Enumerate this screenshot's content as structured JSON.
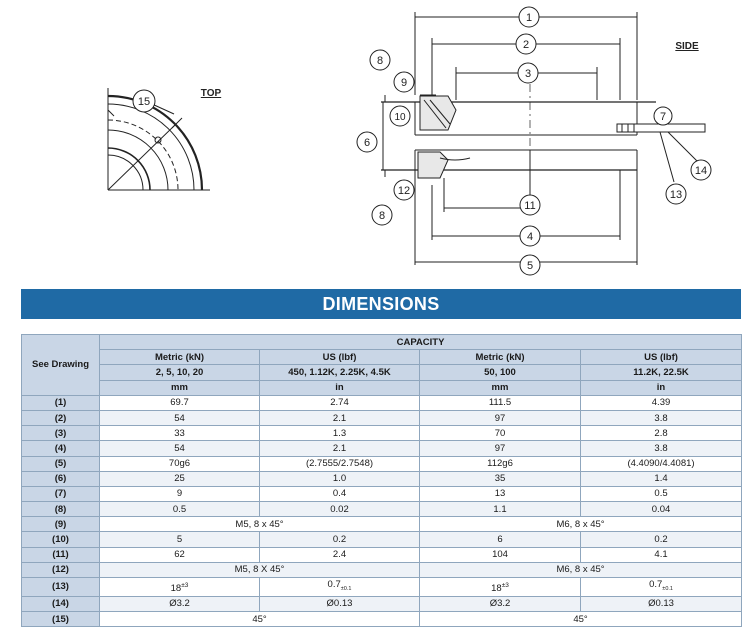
{
  "drawing": {
    "top_label": "TOP",
    "side_label": "SIDE",
    "callouts": [
      "1",
      "2",
      "3",
      "4",
      "5",
      "6",
      "7",
      "8",
      "9",
      "10",
      "11",
      "12",
      "13",
      "14",
      "15"
    ]
  },
  "title": "DIMENSIONS",
  "header": {
    "see_drawing": "See Drawing",
    "capacity": "CAPACITY",
    "groups": [
      {
        "system": "Metric (kN)",
        "range": "2, 5, 10, 20",
        "unit": "mm"
      },
      {
        "system": "US (lbf)",
        "range": "450, 1.12K, 2.25K, 4.5K",
        "unit": "in"
      },
      {
        "system": "Metric (kN)",
        "range": "50, 100",
        "unit": "mm"
      },
      {
        "system": "US (lbf)",
        "range": "11.2K, 22.5K",
        "unit": "in"
      }
    ]
  },
  "rows": [
    {
      "label": "(1)",
      "c": [
        "69.7",
        "2.74",
        "111.5",
        "4.39"
      ]
    },
    {
      "label": "(2)",
      "c": [
        "54",
        "2.1",
        "97",
        "3.8"
      ]
    },
    {
      "label": "(3)",
      "c": [
        "33",
        "1.3",
        "70",
        "2.8"
      ]
    },
    {
      "label": "(4)",
      "c": [
        "54",
        "2.1",
        "97",
        "3.8"
      ]
    },
    {
      "label": "(5)",
      "c": [
        "70g6",
        "(2.7555/2.7548)",
        "112g6",
        "(4.4090/4.4081)"
      ]
    },
    {
      "label": "(6)",
      "c": [
        "25",
        "1.0",
        "35",
        "1.4"
      ]
    },
    {
      "label": "(7)",
      "c": [
        "9",
        "0.4",
        "13",
        "0.5"
      ]
    },
    {
      "label": "(8)",
      "c": [
        "0.5",
        "0.02",
        "1.1",
        "0.04"
      ]
    },
    {
      "label": "(9)",
      "span": [
        "M5, 8 x 45°",
        "M6, 8 x 45°"
      ]
    },
    {
      "label": "(10)",
      "c": [
        "5",
        "0.2",
        "6",
        "0.2"
      ]
    },
    {
      "label": "(11)",
      "c": [
        "62",
        "2.4",
        "104",
        "4.1"
      ]
    },
    {
      "label": "(12)",
      "span": [
        "M5, 8 X 45°",
        "M6, 8 x 45°"
      ]
    },
    {
      "label": "(13)",
      "c": [
        "18",
        "0.7",
        "18",
        "0.7"
      ],
      "sup": [
        "±3",
        "±0.1",
        "±3",
        "±0.1"
      ]
    },
    {
      "label": "(14)",
      "c": [
        "Ø3.2",
        "Ø0.13",
        "Ø3.2",
        "Ø0.13"
      ]
    },
    {
      "label": "(15)",
      "span": [
        "45°",
        "45°"
      ]
    }
  ]
}
